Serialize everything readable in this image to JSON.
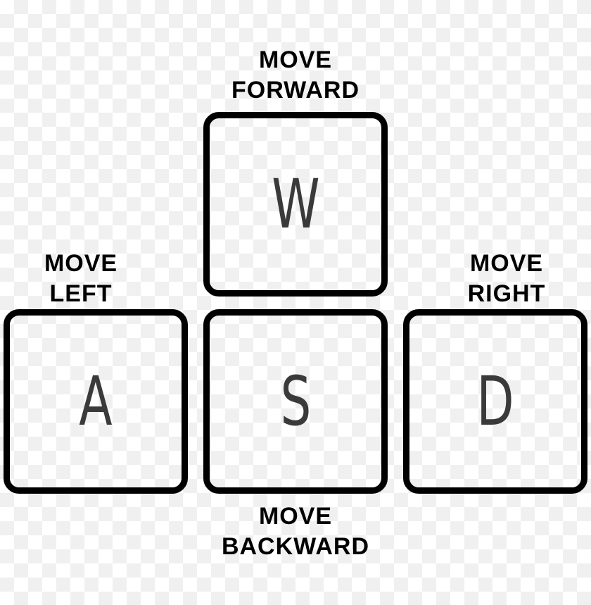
{
  "keys": {
    "w": {
      "letter": "W",
      "caption_line1": "MOVE",
      "caption_line2": "FORWARD"
    },
    "a": {
      "letter": "A",
      "caption_line1": "MOVE",
      "caption_line2": "LEFT"
    },
    "s": {
      "letter": "S",
      "caption_line1": "MOVE",
      "caption_line2": "BACKWARD"
    },
    "d": {
      "letter": "D",
      "caption_line1": "MOVE",
      "caption_line2": "RIGHT"
    }
  }
}
